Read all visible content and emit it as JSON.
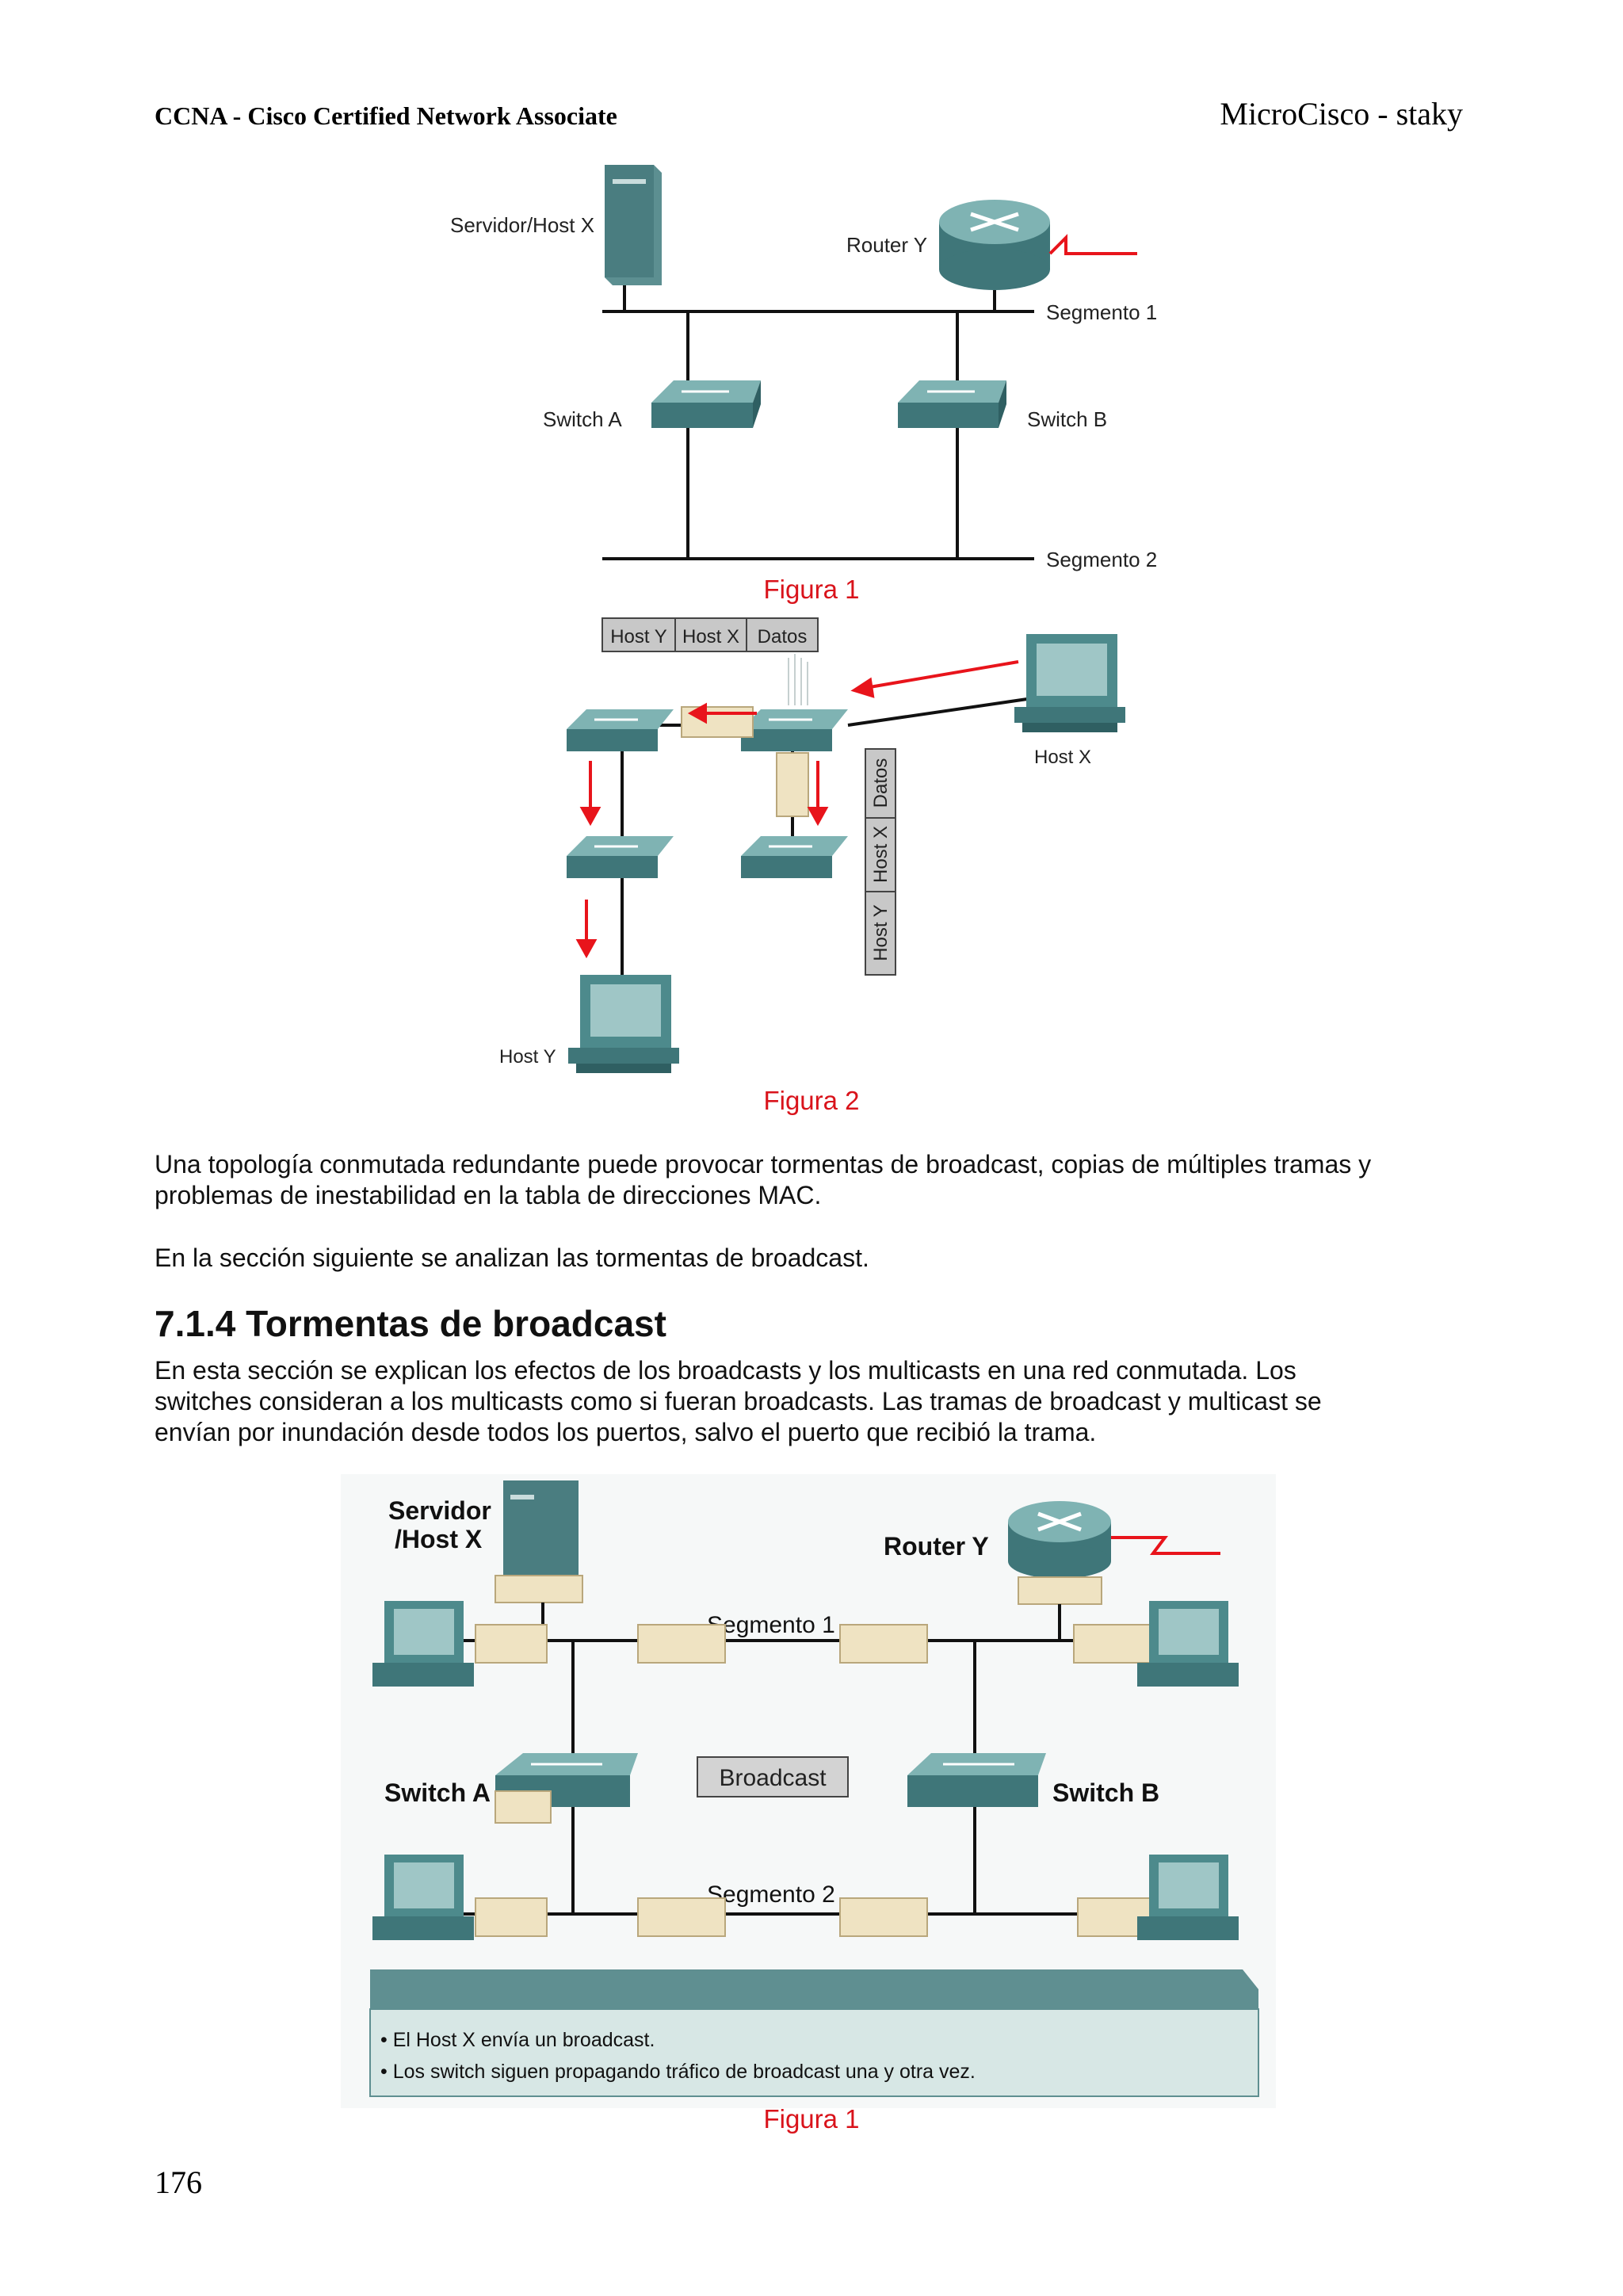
{
  "header": {
    "left": "CCNA - Cisco Certified Network Associate",
    "right": "MicroCisco - staky"
  },
  "figure1": {
    "caption": "Figura 1",
    "labels": {
      "server": "Servidor/Host X",
      "router": "Router Y",
      "segment1": "Segmento 1",
      "switch_a": "Switch A",
      "switch_b": "Switch B",
      "segment2": "Segmento 2"
    }
  },
  "figure2": {
    "caption": "Figura 2",
    "frame_fields": [
      "Host Y",
      "Host X",
      "Datos"
    ],
    "host_x": "Host X",
    "host_y": "Host Y"
  },
  "paragraphs": {
    "p1": [
      "Una topología conmutada redundante puede provocar tormentas de broadcast, copias de múltiples tramas y",
      "problemas de inestabilidad en la tabla de direcciones MAC."
    ],
    "p2": "En la sección siguiente se analizan las tormentas de broadcast.",
    "p3": [
      "En esta sección se explican los efectos de los broadcasts y los multicasts en una red conmutada. Los",
      "switches consideran a los multicasts como si fueran broadcasts. Las tramas de broadcast y multicast se",
      "envían por inundación desde todos los puertos, salvo el puerto que recibió la trama."
    ]
  },
  "section": {
    "title": "7.1.4 Tormentas de broadcast"
  },
  "figure3": {
    "caption": "Figura 1",
    "labels": {
      "server_line1": "Servidor",
      "server_line2": "/Host X",
      "router": "Router Y",
      "segment1": "Segmento 1",
      "segment2": "Segmento 2",
      "switch_a": "Switch A",
      "switch_b": "Switch B",
      "broadcast": "Broadcast"
    },
    "bullets": [
      "El Host X envía un broadcast.",
      "Los switch siguen propagando tráfico de broadcast una y otra vez."
    ]
  },
  "page_number": "176",
  "colors": {
    "device": "#4d8a8c",
    "device_top": "#7fb3b3",
    "arrow_red": "#e8141b",
    "caption_red": "#d9131b",
    "envelope": "#efe3c2",
    "panel": "#d7e7e5",
    "panel_bar": "#5f8f91"
  }
}
